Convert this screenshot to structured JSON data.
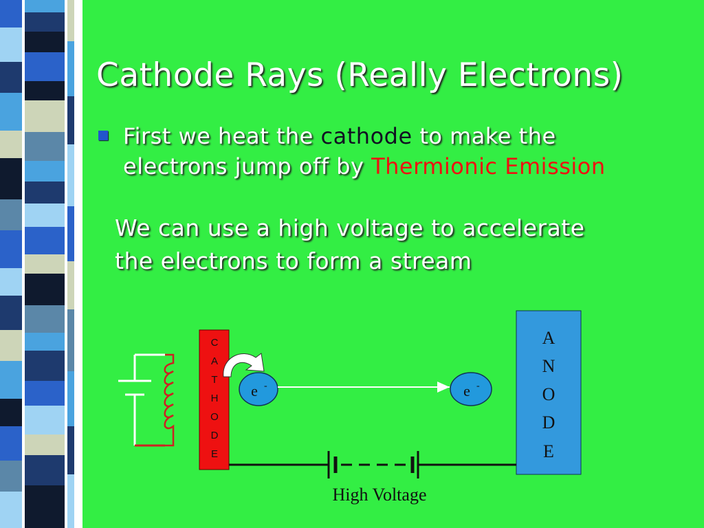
{
  "slide": {
    "title": "Cathode Rays (Really Electrons)",
    "bullet": {
      "part1": "First we heat the ",
      "highlight_cathode": "cathode",
      "part2": " to make the",
      "line2_prefix": "electrons jump off by ",
      "highlight_emission": "Thermionic Emission"
    },
    "paragraph": {
      "line1": "We can use a high voltage to accelerate",
      "line2": "the electrons to form a stream"
    }
  },
  "diagram": {
    "cathode_letters": [
      "C",
      "A",
      "T",
      "H",
      "O",
      "D",
      "E"
    ],
    "anode_letters": [
      "A",
      "N",
      "O",
      "D",
      "E"
    ],
    "electron_left": "e",
    "electron_right": "e",
    "electron_sup": "-",
    "high_voltage_label": "High Voltage"
  },
  "colors": {
    "background": "#33ee44",
    "cathode_box": "#ee1111",
    "anode_box": "#3399dd",
    "electron_circle": "#2299dd",
    "heater_coil": "#cc2222",
    "emission_text": "#ee1111",
    "stripe_palette": [
      "#1e3a6e",
      "#4aa3df",
      "#0f1a2e",
      "#cdd5b8",
      "#5b87a8",
      "#2b62c9",
      "#9fd3f3"
    ]
  }
}
